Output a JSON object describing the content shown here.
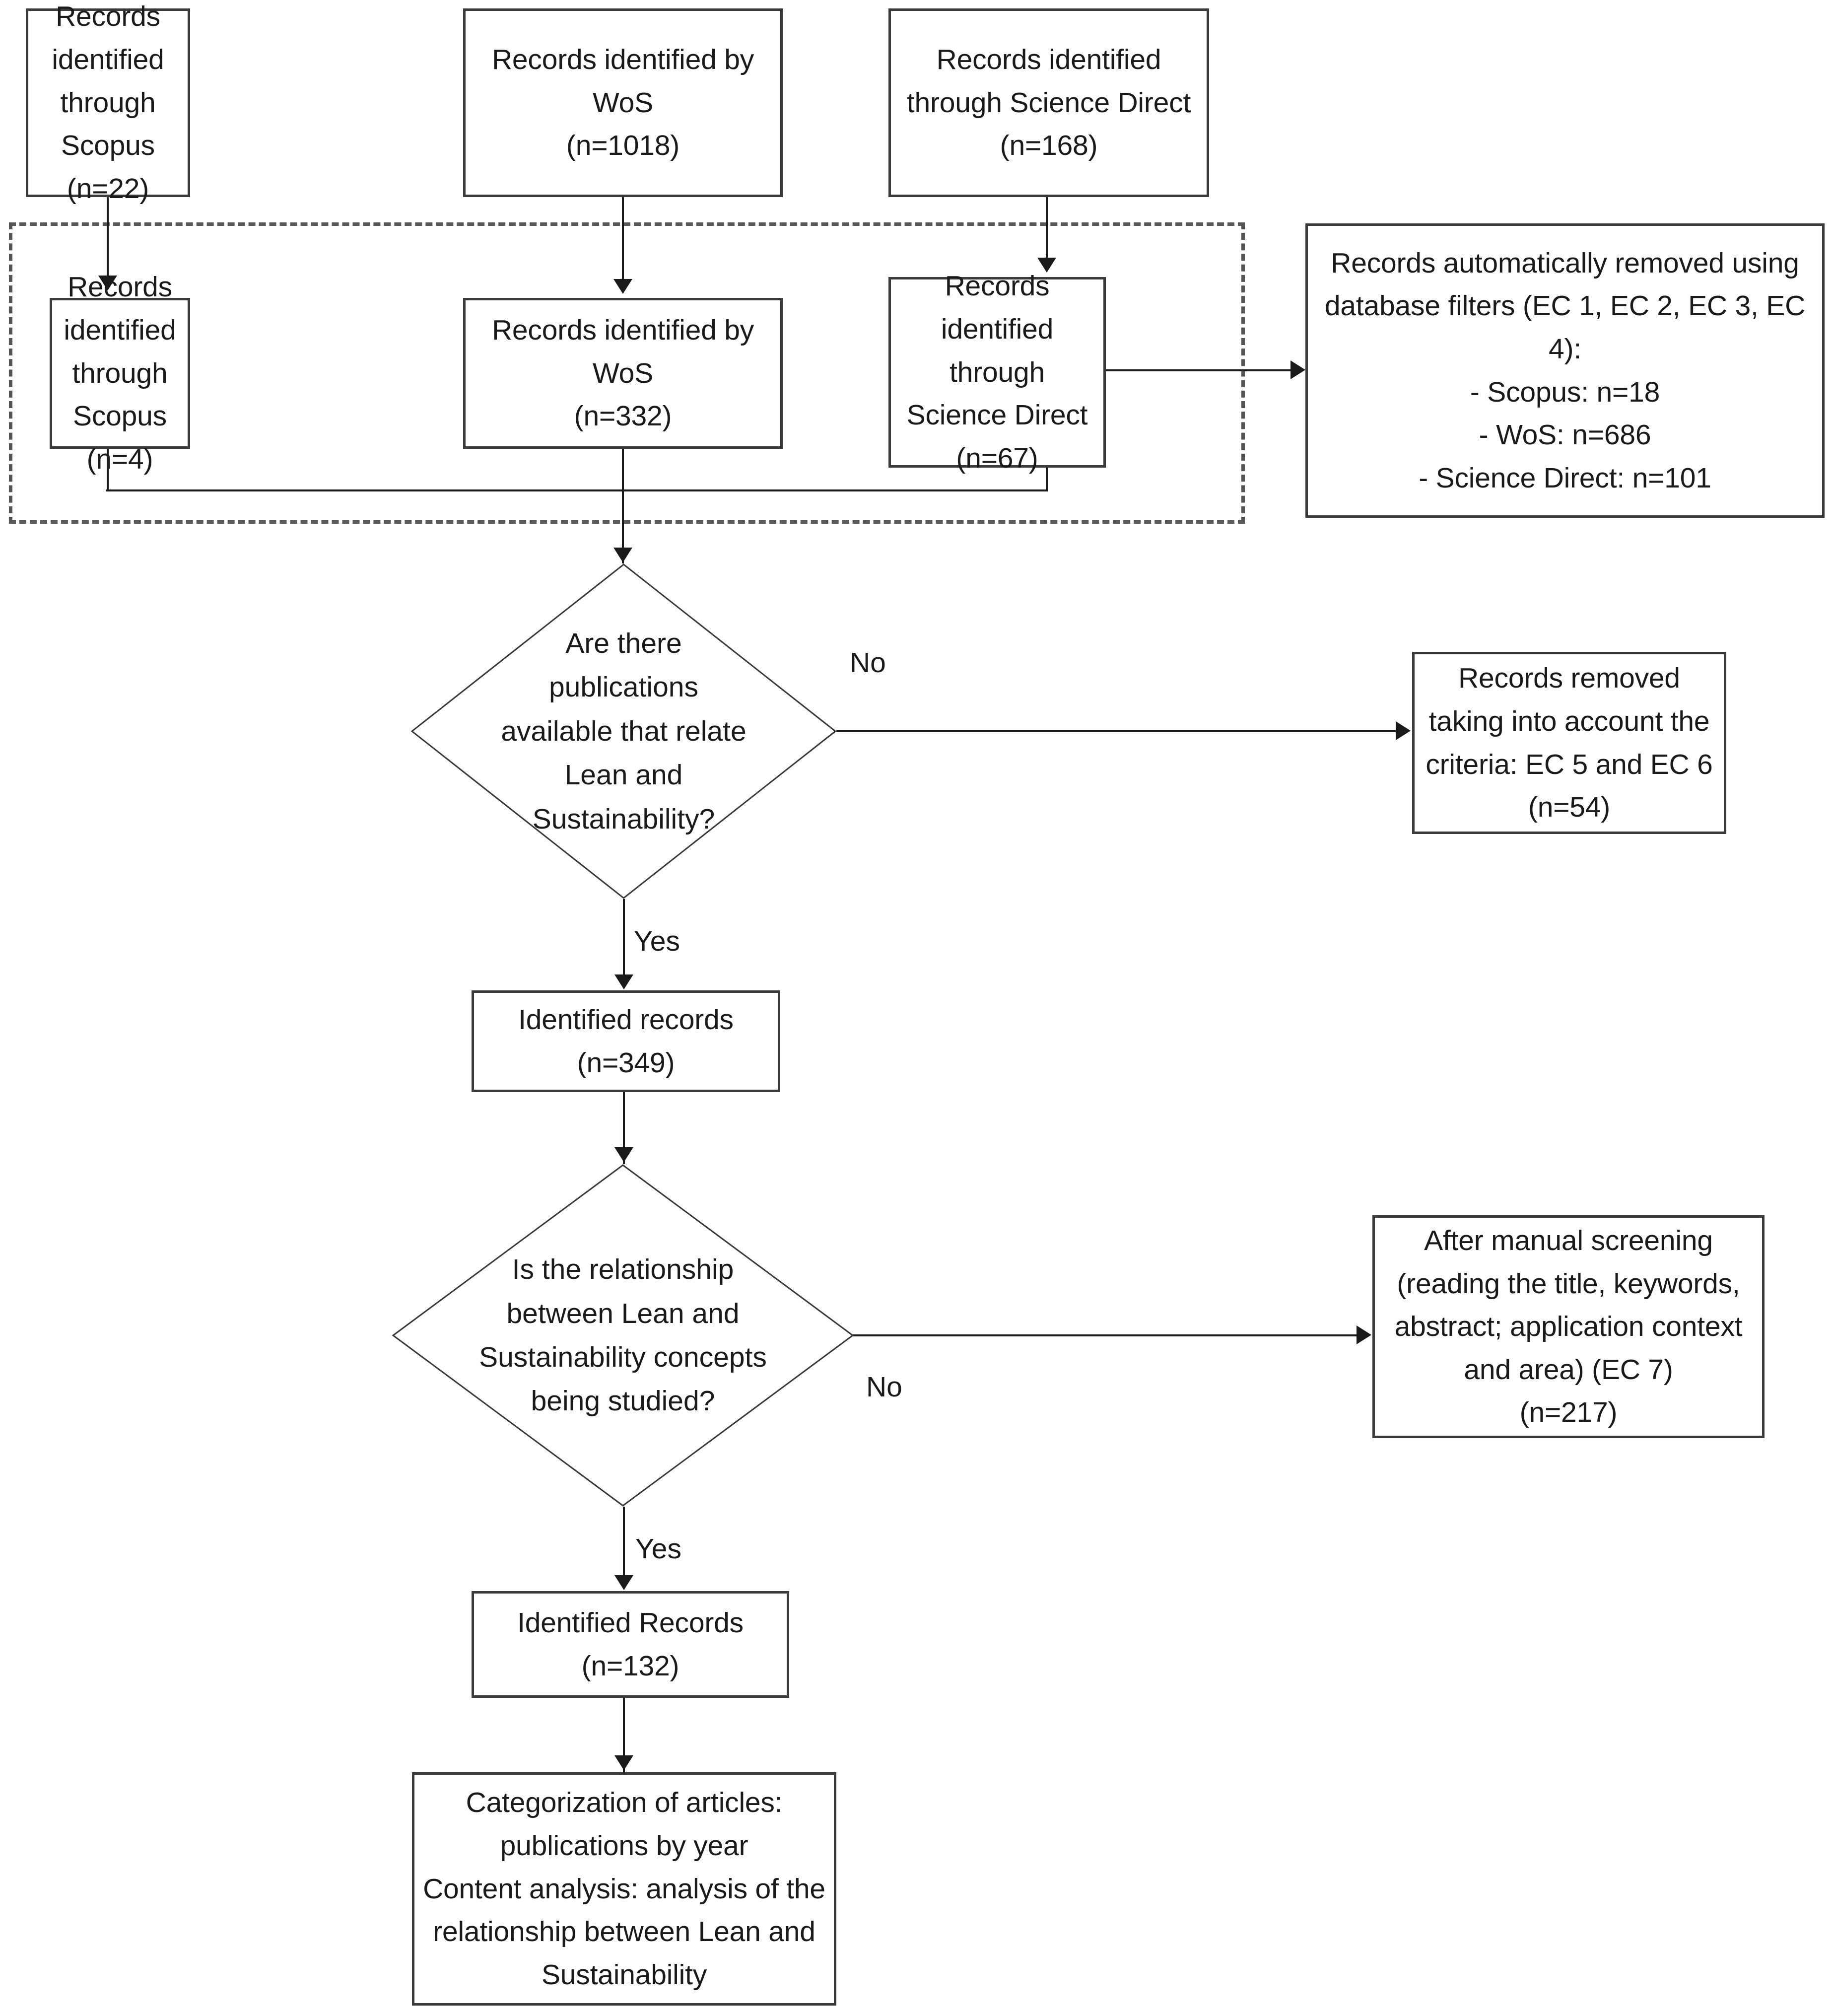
{
  "diagram": {
    "type": "flowchart",
    "title": "PRISMA-style literature selection flow diagram",
    "nodes": {
      "identification_scopus_initial": "Records identified\nthrough Scopus\n(n=22)",
      "identification_wos_initial": "Records identified by\nWoS\n(n=1018)",
      "identification_sciencedirect_initial": "Records identified\nthrough Science Direct\n(n=168)",
      "filtered_scopus": "Records identified\nthrough Scopus\n(n=4)",
      "filtered_wos": "Records identified by\nWoS\n(n=332)",
      "filtered_sciencedirect": "Records identified\nthrough Science Direct\n(n=67)",
      "auto_removed": "Records automatically removed using\ndatabase filters (EC 1, EC 2, EC 3, EC 4):\n- Scopus: n=18\n- WoS: n=686\n- Science Direct: n=101",
      "decision_one": "Are there\npublications\navailable that relate\nLean and\nSustainability?",
      "removed_criteria": "Records removed\ntaking into account the\ncriteria: EC 5 and EC 6\n(n=54)",
      "identified_records_349": "Identified records\n(n=349)",
      "decision_two": "Is the relationship\nbetween Lean and\nSustainability concepts\nbeing studied?",
      "manual_screening": "After manual screening\n(reading the title, keywords,\nabstract; application context\nand area) (EC 7)\n(n=217)",
      "identified_records_132": "Identified Records\n(n=132)",
      "final_output": "Categorization of articles:\npublications by year\nContent analysis: analysis of the\nrelationship between Lean and\nSustainability"
    },
    "edge_labels": {
      "decision_one_no": "No",
      "decision_one_yes": "Yes",
      "decision_two_no": "No",
      "decision_two_yes": "Yes"
    },
    "counts": {
      "scopus_initial": 22,
      "wos_initial": 1018,
      "sciencedirect_initial": 168,
      "scopus_filtered": 4,
      "wos_filtered": 332,
      "sciencedirect_filtered": 67,
      "scopus_auto_removed": 18,
      "wos_auto_removed": 686,
      "sciencedirect_auto_removed": 101,
      "removed_ec5_ec6": 54,
      "identified_after_decision_one": 349,
      "removed_ec7": 217,
      "identified_after_decision_two": 132
    },
    "colors": {
      "node_border": "#3a3a3a",
      "connector": "#1a1a1a",
      "dashed_group_border": "#555555",
      "background": "#ffffff",
      "text": "#1a1a1a"
    }
  }
}
